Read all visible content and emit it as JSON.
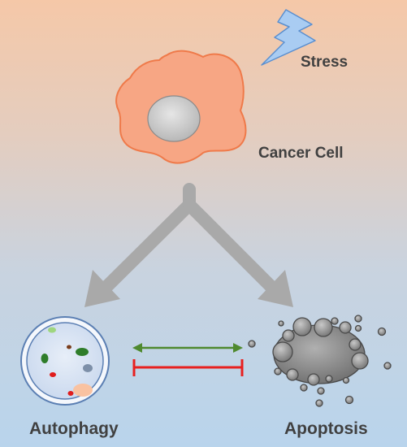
{
  "labels": {
    "stress": "Stress",
    "cancer_cell": "Cancer Cell",
    "autophagy": "Autophagy",
    "apoptosis": "Apoptosis"
  },
  "colors": {
    "stress_bolt": "#9cc3f0",
    "cancer_cell": "#f7a27e",
    "nucleus": "#c8c8c8",
    "arrows": "#a9a9a9",
    "promotes_arrow": "#4f8a2f",
    "inhibits_bar": "#e8201f",
    "apoptotic_body": "#8a8a8a"
  },
  "icons": {
    "stress": "lightning-bolt-icon",
    "cancer_cell": "cancer-cell-icon",
    "autophagy": "autophagosome-icon",
    "apoptosis": "apoptotic-cell-icon"
  }
}
